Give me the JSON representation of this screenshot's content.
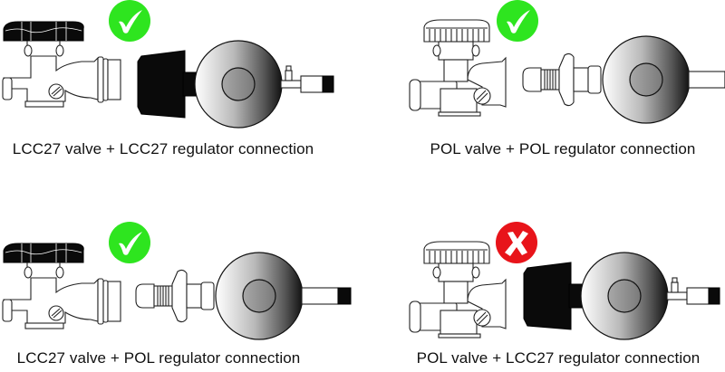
{
  "panels": [
    {
      "id": "lcc27-lcc27",
      "valve_type": "LCC27",
      "regulator_type": "LCC27",
      "compatible": true,
      "status_icon": "check-icon",
      "caption": "LCC27 valve + LCC27 regulator connection"
    },
    {
      "id": "pol-pol",
      "valve_type": "POL",
      "regulator_type": "POL",
      "compatible": true,
      "status_icon": "check-icon",
      "caption": "POL valve + POL regulator connection"
    },
    {
      "id": "lcc27-pol",
      "valve_type": "LCC27",
      "regulator_type": "POL",
      "compatible": true,
      "status_icon": "check-icon",
      "caption": "LCC27 valve + POL regulator connection"
    },
    {
      "id": "pol-lcc27",
      "valve_type": "POL",
      "regulator_type": "LCC27",
      "compatible": false,
      "status_icon": "cross-icon",
      "caption": "POL valve + LCC27 regulator connection"
    }
  ],
  "colors": {
    "ok": "#2ee51f",
    "bad": "#e8141a",
    "ink": "#111111"
  }
}
